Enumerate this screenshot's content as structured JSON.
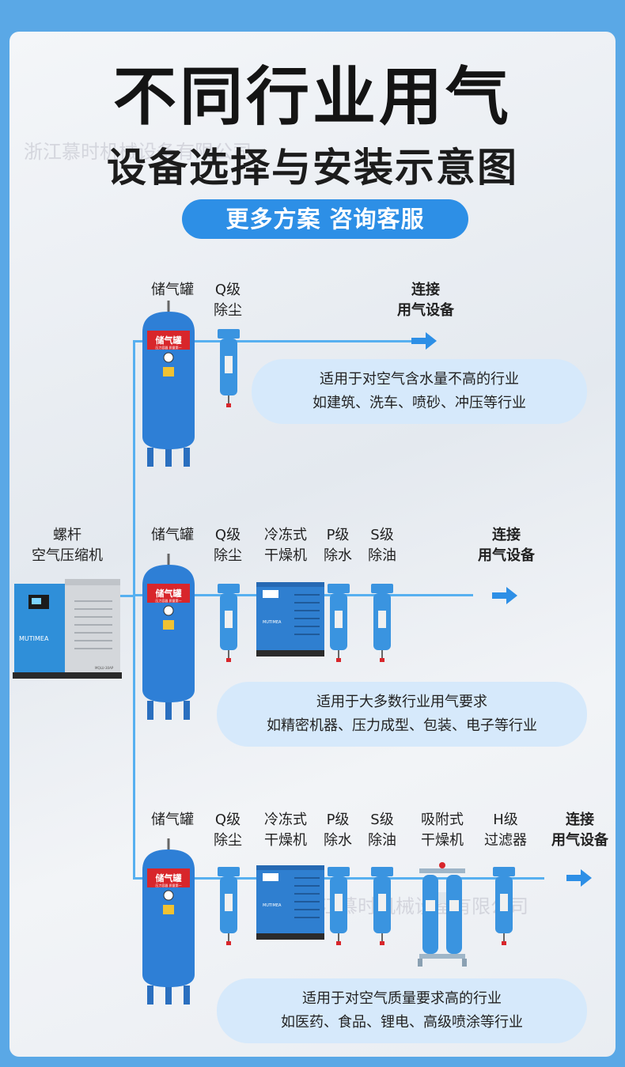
{
  "header": {
    "title_line1": "不同行业用气",
    "title_line2": "设备选择与安装示意图",
    "cta_pill": "更多方案 咨询客服"
  },
  "watermarks": {
    "top": "浙江慕时机械设备有限公司",
    "bottom": "浙江慕时机械设备有限公司"
  },
  "compressor": {
    "label_line1": "螺杆",
    "label_line2": "空气压缩机",
    "brand": "MUTIMEA",
    "model": "MQLU-30AP"
  },
  "tank_text": {
    "main": "储气罐",
    "sub": "压力容器 质量第一"
  },
  "dryer_brand": "MUTIMEA",
  "rows": [
    {
      "labels": [
        {
          "line1": "储气罐",
          "line2": ""
        },
        {
          "line1": "Q级",
          "line2": "除尘"
        }
      ],
      "connect": {
        "line1": "连接",
        "line2": "用气设备"
      },
      "desc": {
        "line1": "适用于对空气含水量不高的行业",
        "line2": "如建筑、洗车、喷砂、冲压等行业"
      }
    },
    {
      "labels": [
        {
          "line1": "储气罐",
          "line2": ""
        },
        {
          "line1": "Q级",
          "line2": "除尘"
        },
        {
          "line1": "冷冻式",
          "line2": "干燥机"
        },
        {
          "line1": "P级",
          "line2": "除水"
        },
        {
          "line1": "S级",
          "line2": "除油"
        }
      ],
      "connect": {
        "line1": "连接",
        "line2": "用气设备"
      },
      "desc": {
        "line1": "适用于大多数行业用气要求",
        "line2": "如精密机器、压力成型、包装、电子等行业"
      }
    },
    {
      "labels": [
        {
          "line1": "储气罐",
          "line2": ""
        },
        {
          "line1": "Q级",
          "line2": "除尘"
        },
        {
          "line1": "冷冻式",
          "line2": "干燥机"
        },
        {
          "line1": "P级",
          "line2": "除水"
        },
        {
          "line1": "S级",
          "line2": "除油"
        },
        {
          "line1": "吸附式",
          "line2": "干燥机"
        },
        {
          "line1": "H级",
          "line2": "过滤器"
        }
      ],
      "connect": {
        "line1": "连接",
        "line2": "用气设备"
      },
      "desc": {
        "line1": "适用于对空气质量要求高的行业",
        "line2": "如医药、食品、锂电、高级喷涂等行业"
      }
    }
  ],
  "colors": {
    "accent": "#2d8fe6",
    "pipe": "#57b0f0",
    "tank": "#2e7fd6",
    "bubble": "#d6e9fb"
  }
}
